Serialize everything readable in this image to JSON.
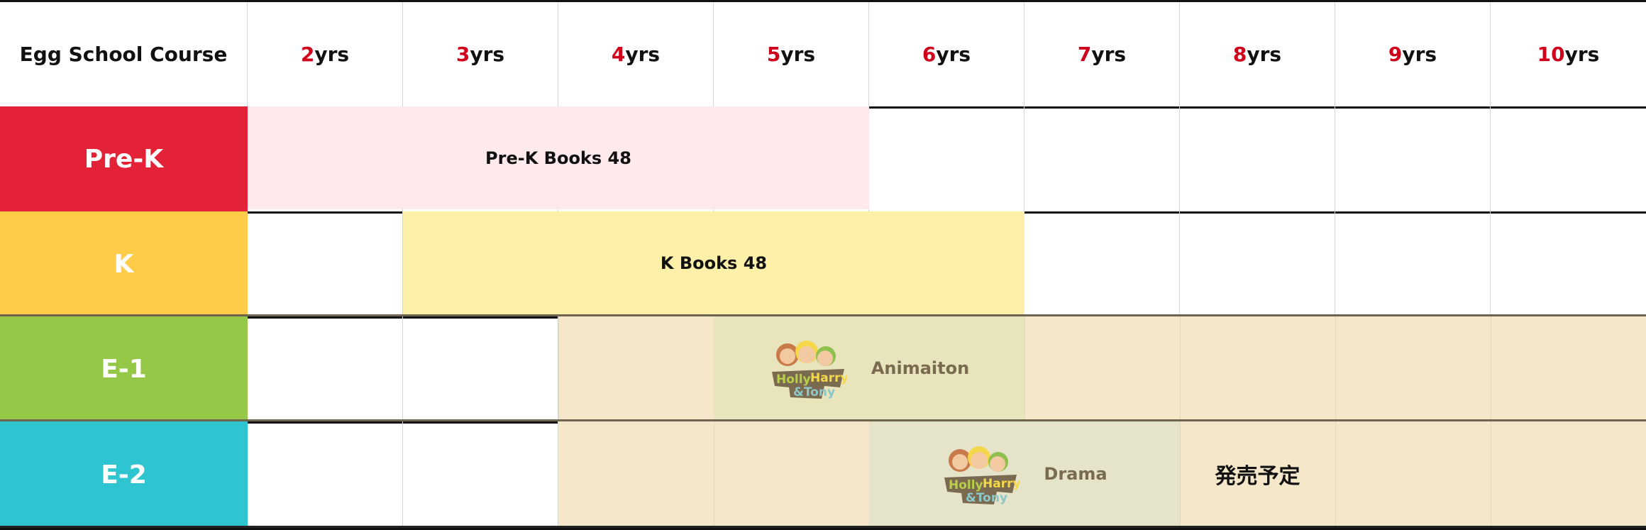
{
  "header": {
    "title": "Egg School Course",
    "ages": [
      {
        "num": "2",
        "unit": "yrs"
      },
      {
        "num": "3",
        "unit": "yrs"
      },
      {
        "num": "4",
        "unit": "yrs"
      },
      {
        "num": "5",
        "unit": "yrs"
      },
      {
        "num": "6",
        "unit": "yrs"
      },
      {
        "num": "7",
        "unit": "yrs"
      },
      {
        "num": "8",
        "unit": "yrs"
      },
      {
        "num": "9",
        "unit": "yrs"
      },
      {
        "num": "10",
        "unit": "yrs"
      }
    ]
  },
  "courses": [
    {
      "label": "Pre-K",
      "color": "#e32238",
      "span_text": "Pre-K Books 48",
      "span_color": "#fee9ec"
    },
    {
      "label": "K",
      "color": "#ffcc4a",
      "span_text": "K Books 48",
      "span_color": "#fdf0a8"
    },
    {
      "label": "E-1",
      "color": "#95c846",
      "product": "Animaiton",
      "logo": "Holly Harry & Tony",
      "range_color": "#f5e7c9",
      "highlight_color": "#e8e4bb"
    },
    {
      "label": "E-2",
      "color": "#2ec4d0",
      "product": "Drama",
      "logo": "Holly Harry & Tony",
      "note": "発売予定",
      "range_color": "#f5e7c9",
      "highlight_color": "#e5e4cb"
    }
  ]
}
